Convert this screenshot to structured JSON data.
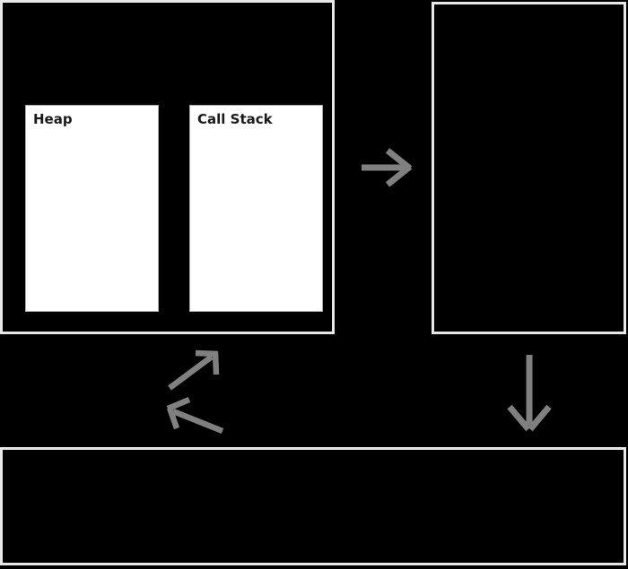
{
  "diagram": {
    "runtime": {
      "heap_label": "Heap",
      "call_stack_label": "Call Stack"
    }
  },
  "icons": {
    "right_arrow": "right-arrow",
    "down_arrow": "down-arrow",
    "event_loop_cycle": "cycle-arrows"
  },
  "colors": {
    "background": "#000000",
    "panel_fill": "#000000",
    "panel_border": "#e8e8e8",
    "arrow": "#808080",
    "card_fill": "#ffffff",
    "card_border": "#aaaaaa",
    "card_text": "#1a1a1a"
  }
}
